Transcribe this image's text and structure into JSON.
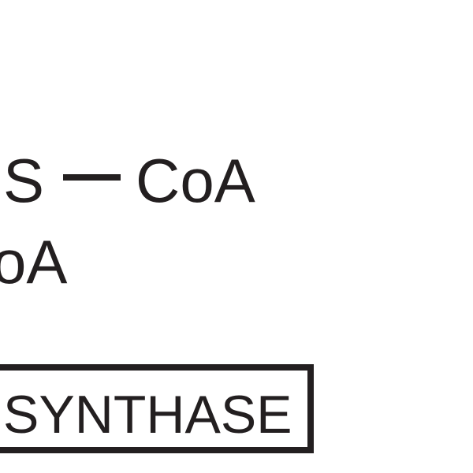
{
  "diagram": {
    "line1": {
      "left_text": "S",
      "right_text": "CoA"
    },
    "line2_text": "oA",
    "enzyme_label": "SYNTHASE"
  }
}
